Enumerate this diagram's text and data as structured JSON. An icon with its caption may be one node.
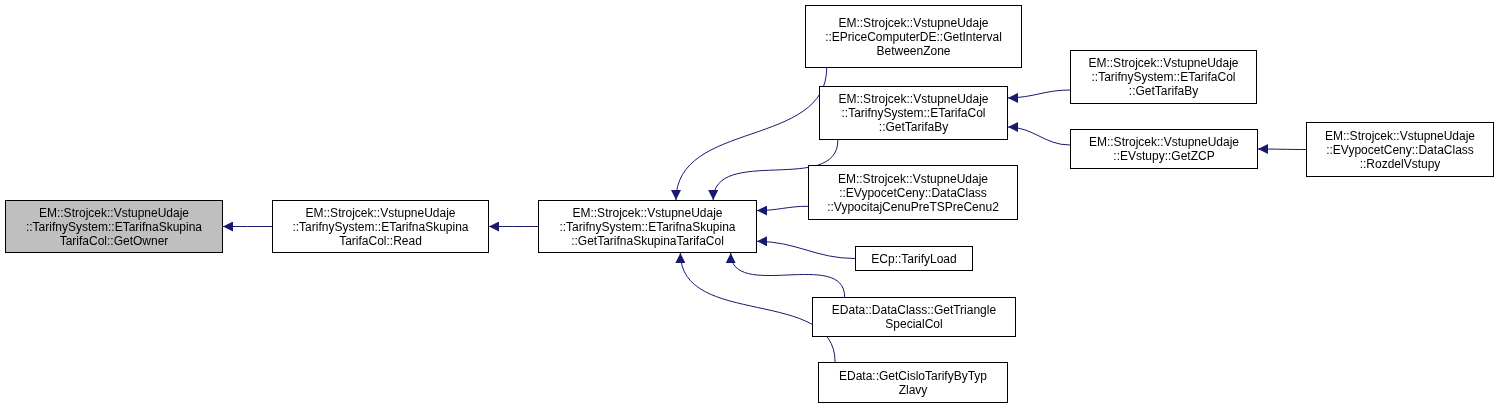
{
  "diagram": {
    "nodes": [
      {
        "text": [
          "EM::Strojcek::VstupneUdaje ::TarifnySystem::ETarifnaSkupina TarifaCol::GetOwner"
        ]
      },
      {
        "text": [
          "EM::Strojcek::VstupneUdaje ::TarifnySystem::ETarifnaSkupina TarifaCol::Read"
        ]
      },
      {
        "text": [
          "EM::Strojcek::VstupneUdaje ::TarifnySystem::ETarifnaSkupina ::GetTarifnaSkupinaTarifaCol"
        ]
      },
      {
        "text": [
          "EM::Strojcek::VstupneUdaje ::EPriceComputerDE::GetInterval BetweenZone"
        ]
      },
      {
        "text": [
          "EM::Strojcek::VstupneUdaje ::TarifnySystem::ETarifaCol ::GetTarifaBy"
        ]
      },
      {
        "text": [
          "EM::Strojcek::VstupneUdaje ::EVypocetCeny::DataClass ::VypocitajCenuPreTSPreCenu2"
        ]
      },
      {
        "text": [
          "ECp::TarifyLoad"
        ]
      },
      {
        "text": [
          "EData::DataClass::GetTriangle SpecialCol"
        ]
      },
      {
        "text": [
          "EData::GetCisloTarifyByTyp Zlavy"
        ]
      },
      {
        "text": [
          "EM::Strojcek::VstupneUdaje ::TarifnySystem::ETarifaCol ::GetTarifaBy"
        ]
      },
      {
        "text": [
          "EM::Strojcek::VstupneUdaje ::EVstupy::GetZCP"
        ]
      },
      {
        "text": [
          "EM::Strojcek::VstupneUdaje ::EVypocetCeny::DataClass ::RozdelVstupy"
        ]
      }
    ],
    "edges": [
      {
        "from": 1,
        "to": 0,
        "arrow": "to"
      },
      {
        "from": 2,
        "to": 1,
        "arrow": "to"
      },
      {
        "from": 3,
        "to": 2,
        "arrow": "to"
      },
      {
        "from": 4,
        "to": 2,
        "arrow": "to"
      },
      {
        "from": 5,
        "to": 2,
        "arrow": "to"
      },
      {
        "from": 6,
        "to": 2,
        "arrow": "to"
      },
      {
        "from": 7,
        "to": 2,
        "arrow": "to"
      },
      {
        "from": 8,
        "to": 2,
        "arrow": "to"
      },
      {
        "from": 9,
        "to": 4,
        "arrow": "to"
      },
      {
        "from": 10,
        "to": 4,
        "arrow": "to"
      },
      {
        "from": 11,
        "to": 10,
        "arrow": "to"
      }
    ]
  }
}
